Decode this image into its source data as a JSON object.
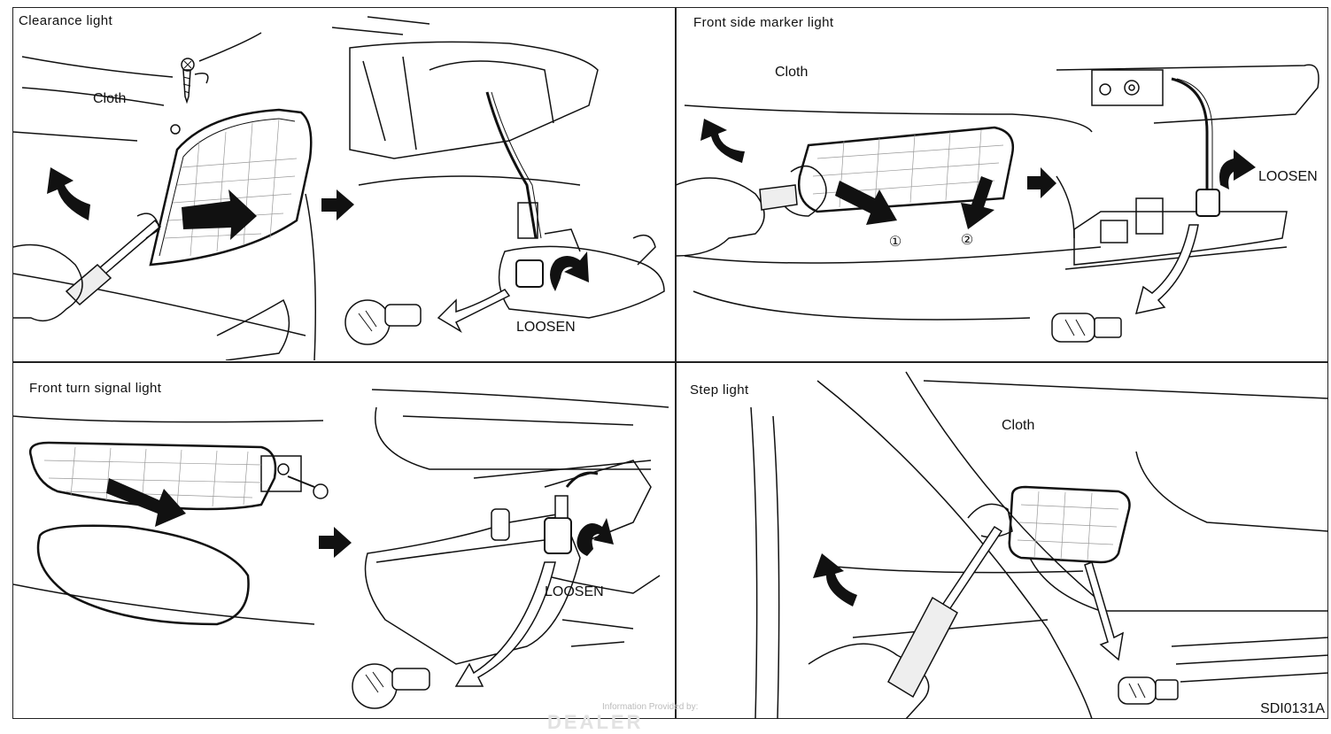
{
  "panels": [
    {
      "title": "Clearance light",
      "labels": {
        "cloth": "Cloth",
        "loosen": "LOOSEN"
      }
    },
    {
      "title": "Front side marker light",
      "labels": {
        "cloth": "Cloth",
        "loosen": "LOOSEN",
        "step1": "①",
        "step2": "②"
      }
    },
    {
      "title": "Front turn signal light",
      "labels": {
        "loosen": "LOOSEN"
      }
    },
    {
      "title": "Step light",
      "labels": {
        "cloth": "Cloth"
      }
    }
  ],
  "figure_id": "SDI0131A",
  "watermark": {
    "text": "Information Provided by:",
    "logo": "DEALER"
  },
  "icons": [
    "screw-icon",
    "screwdriver-icon",
    "bulb-icon",
    "direction-arrow-icon",
    "curved-arrow-icon",
    "hand-icon"
  ]
}
